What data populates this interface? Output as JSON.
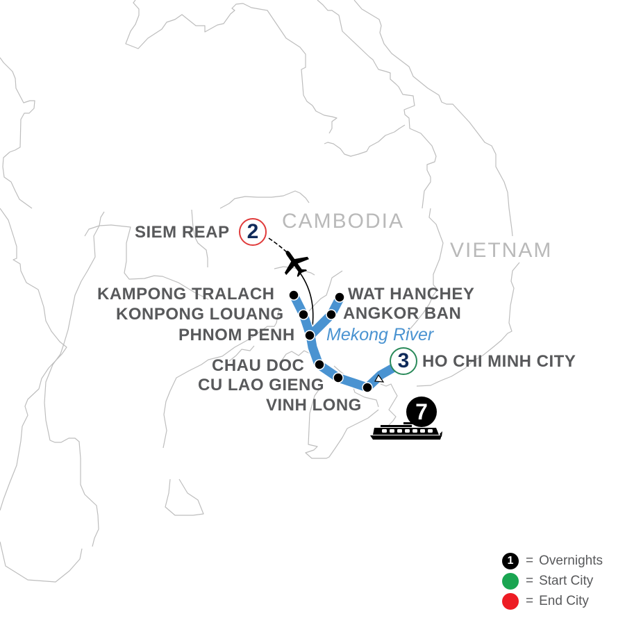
{
  "map": {
    "countries": [
      {
        "name": "CAMBODIA"
      },
      {
        "name": "VIETNAM"
      }
    ],
    "river": {
      "name": "Mekong River"
    },
    "stops": [
      {
        "name": "SIEM REAP",
        "overnights": "2",
        "type": "end"
      },
      {
        "name": "KAMPONG TRALACH"
      },
      {
        "name": "KONPONG LOUANG"
      },
      {
        "name": "PHNOM PENH"
      },
      {
        "name": "WAT HANCHEY"
      },
      {
        "name": "ANGKOR BAN"
      },
      {
        "name": "CHAU DOC"
      },
      {
        "name": "CU LAO GIENG"
      },
      {
        "name": "VINH LONG"
      },
      {
        "name": "HO CHI MINH CITY",
        "overnights": "3",
        "type": "start"
      }
    ],
    "cruise": {
      "overnights": "7",
      "icon": "ship-icon"
    },
    "flight": {
      "icon": "airplane-icon"
    }
  },
  "legend": {
    "items": [
      {
        "symbol": "1",
        "label": "Overnights",
        "color": "#000000"
      },
      {
        "symbol": "",
        "label": "Start City",
        "color": "#1aa551"
      },
      {
        "symbol": "",
        "label": "End City",
        "color": "#ed1c24"
      }
    ],
    "equals": "="
  },
  "colors": {
    "route": "#4a93d1",
    "border": "#bdbdbd",
    "label": "#58595b",
    "country_label": "#b9b9b9",
    "end_city": "#e03b3b",
    "start_city": "#2a8a5a",
    "badge_number": "#0f2a5a"
  }
}
